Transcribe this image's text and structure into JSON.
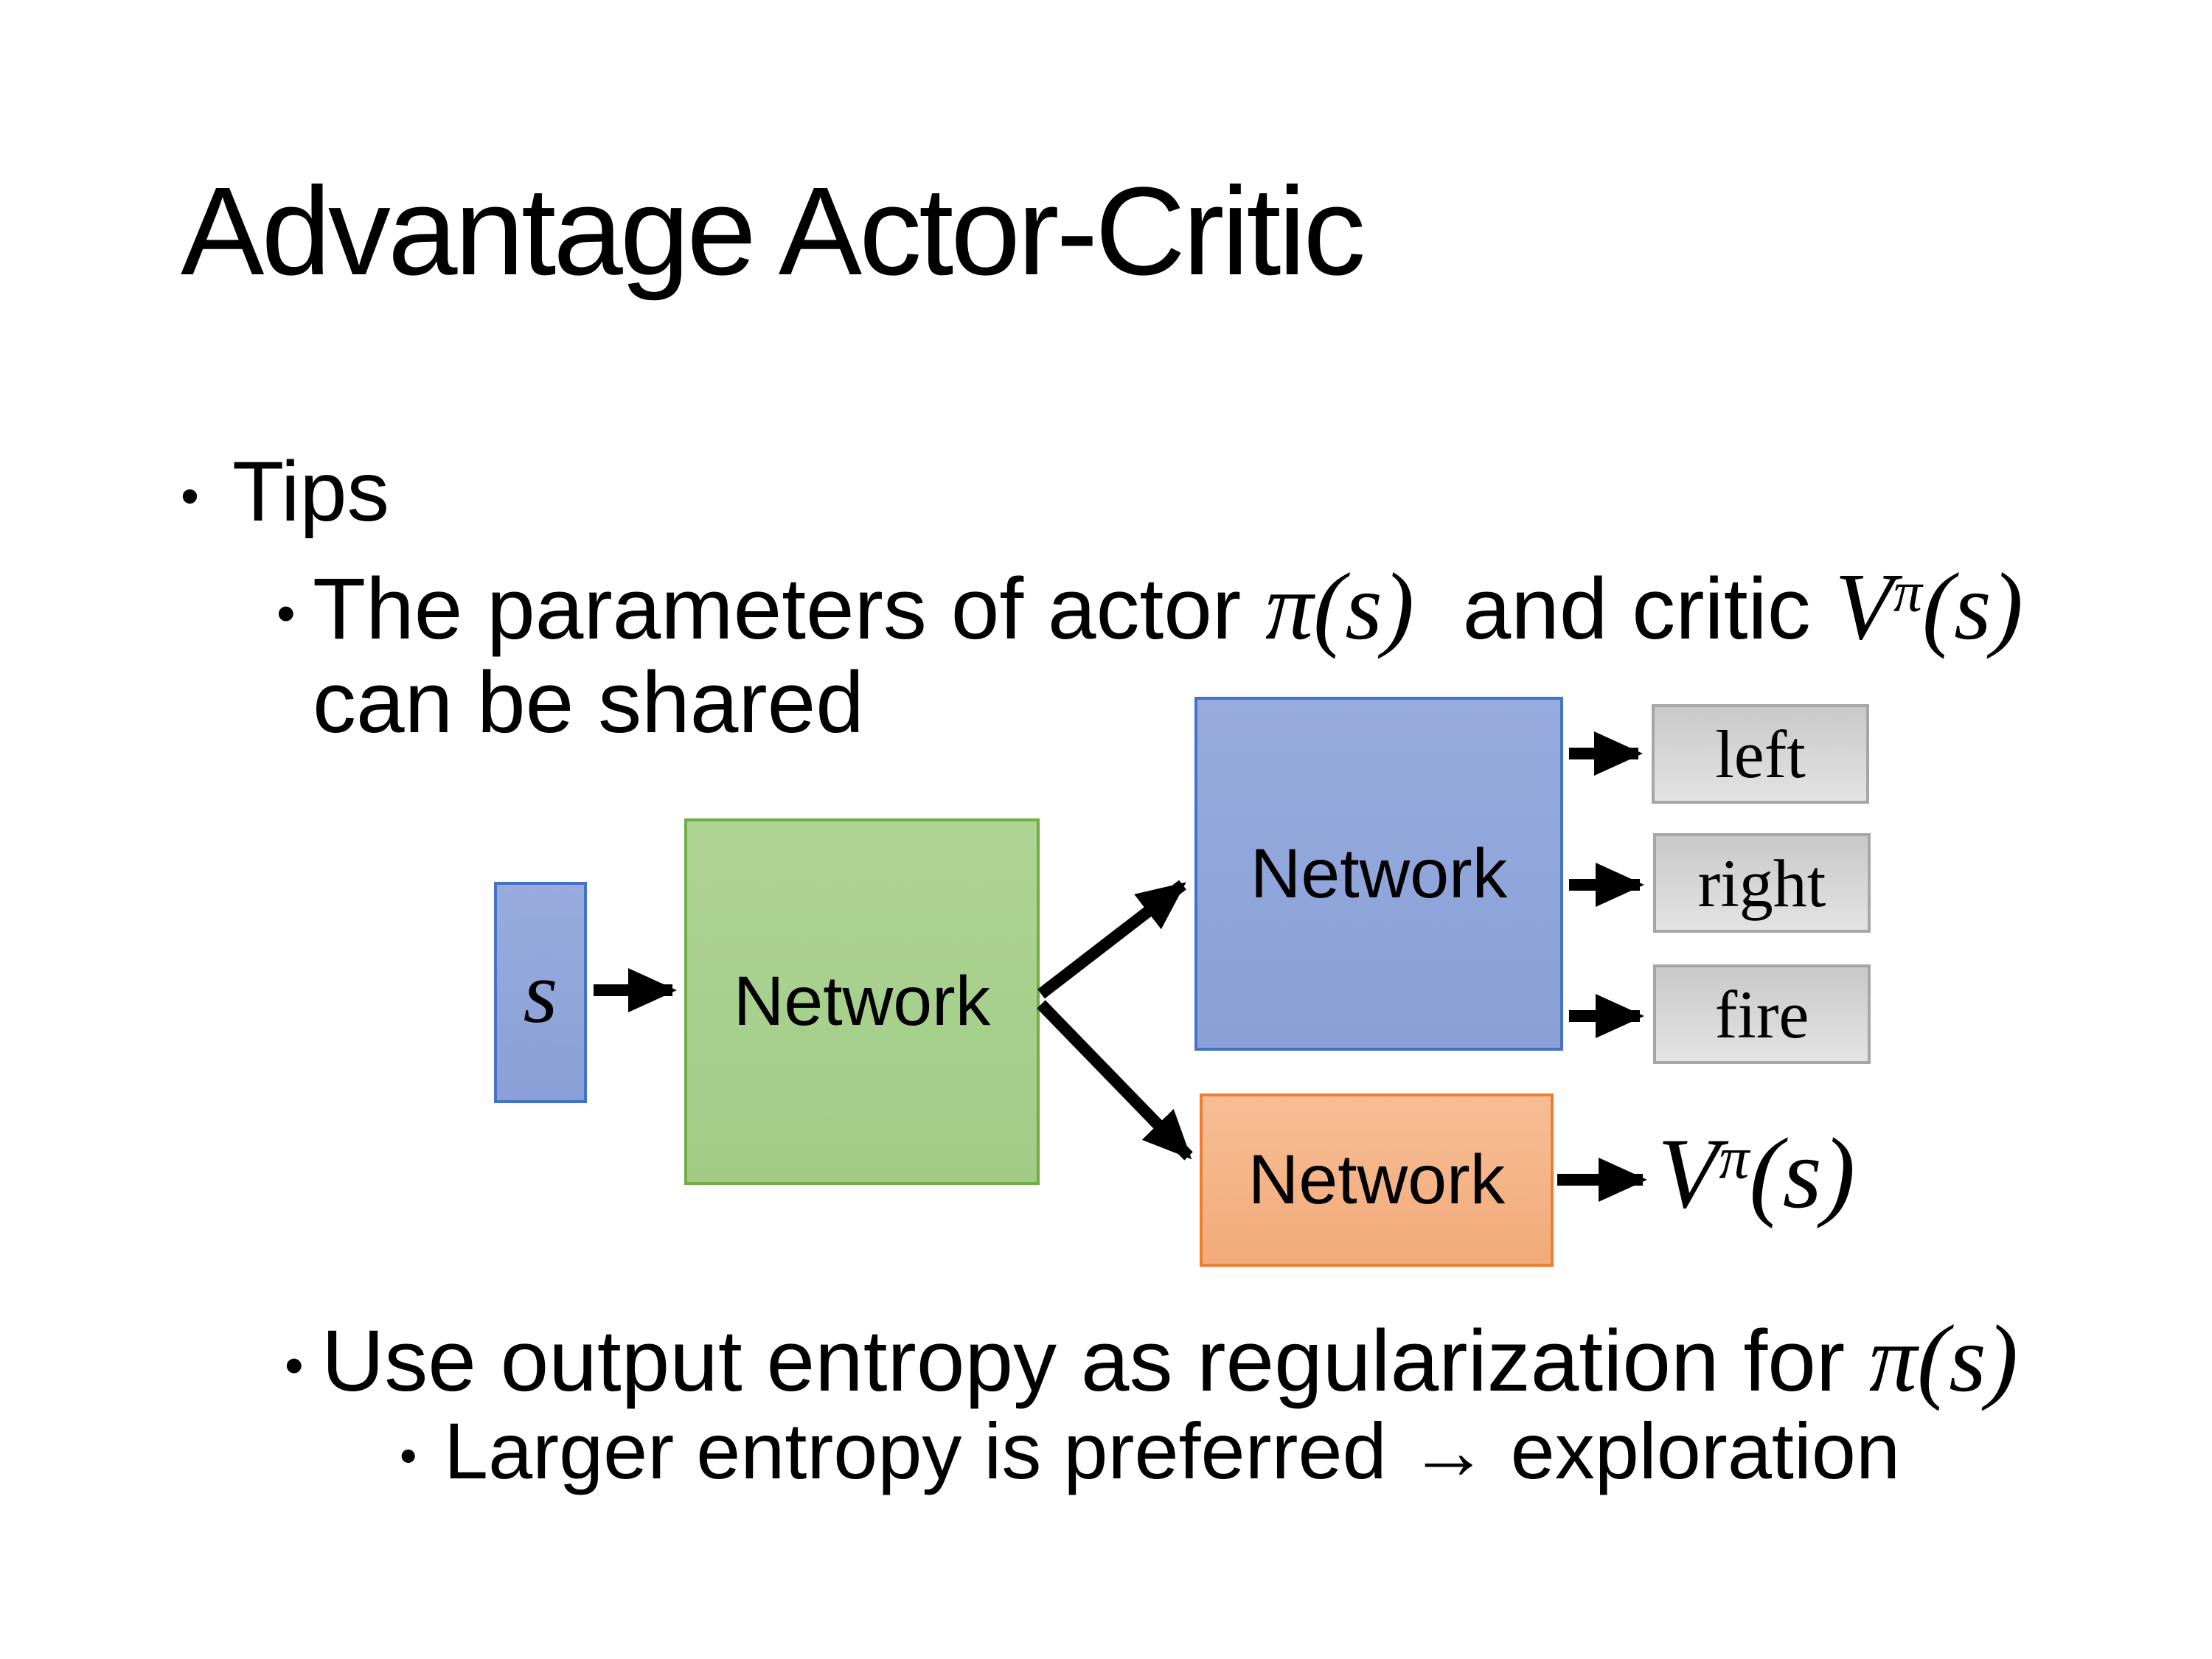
{
  "slide": {
    "title": "Advantage Actor-Critic",
    "bullet_char": "•",
    "tips_label": "Tips",
    "point1": {
      "text1": "The parameters of actor ",
      "math1": "π(s)",
      "text2": "  and critic ",
      "value_base": "V",
      "value_sup": "π",
      "value_args": "(s)",
      "line2": "can be shared"
    },
    "point2": {
      "text1": "Use output entropy as regularization for ",
      "math1": "π(s)"
    },
    "point3": {
      "text": "Larger entropy is preferred → exploration"
    },
    "diagram": {
      "state_label": "s",
      "shared_network_label": "Network",
      "actor_network_label": "Network",
      "critic_network_label": "Network",
      "actions": [
        "left",
        "right",
        "fire"
      ],
      "value_output": {
        "base": "V",
        "sup": "π",
        "args": "(s)"
      },
      "colors": {
        "blue_fill": "#8FAADC",
        "blue_border": "#4472C4",
        "green_fill": "#A9D18E",
        "green_border": "#70AD47",
        "orange_fill": "#F4B183",
        "orange_border": "#ED7D31",
        "gray_fill": "#D6D6D6",
        "gray_border": "#A6A6A6",
        "arrow": "#000000",
        "text": "#000000",
        "background": "#FFFFFF"
      }
    }
  }
}
